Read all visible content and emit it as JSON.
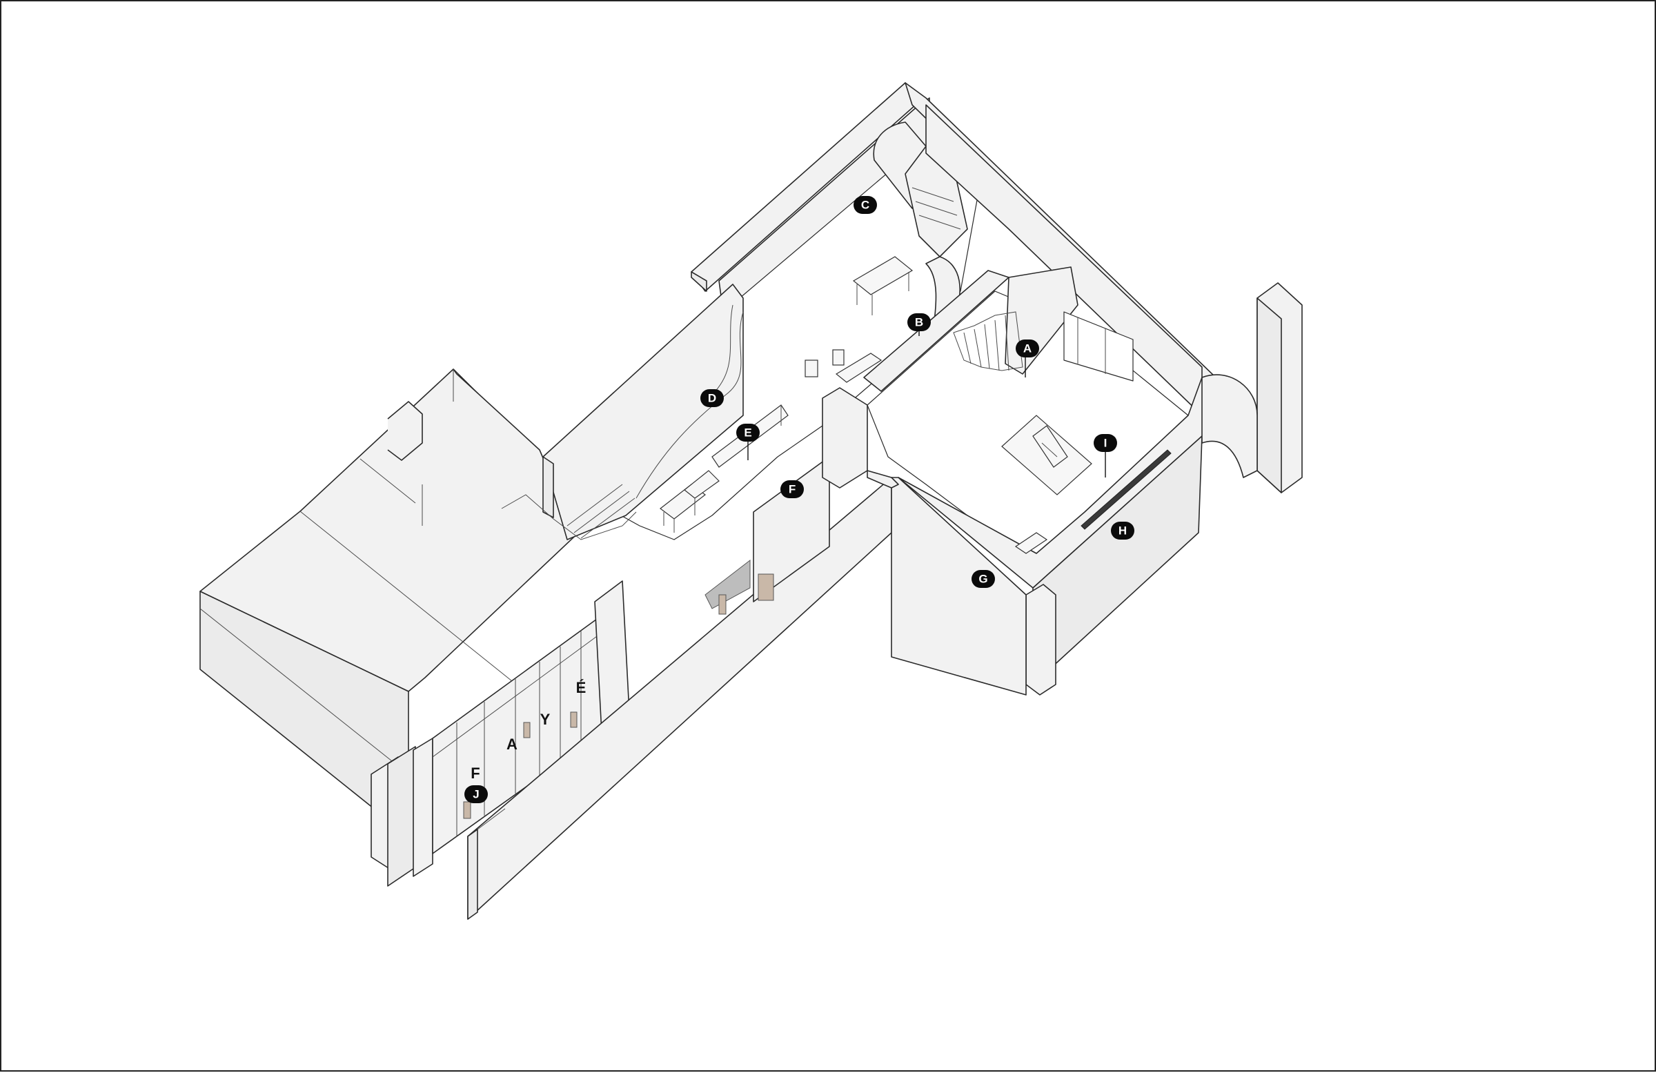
{
  "callouts": [
    {
      "id": "a",
      "label": "A"
    },
    {
      "id": "b",
      "label": "B"
    },
    {
      "id": "c",
      "label": "C"
    },
    {
      "id": "d",
      "label": "D"
    },
    {
      "id": "e",
      "label": "E"
    },
    {
      "id": "f",
      "label": "F"
    },
    {
      "id": "g",
      "label": "G"
    },
    {
      "id": "h",
      "label": "H"
    },
    {
      "id": "i",
      "label": "I"
    },
    {
      "id": "j",
      "label": "J"
    }
  ],
  "storefront_letters": [
    "F",
    "A",
    "Y",
    "É"
  ]
}
